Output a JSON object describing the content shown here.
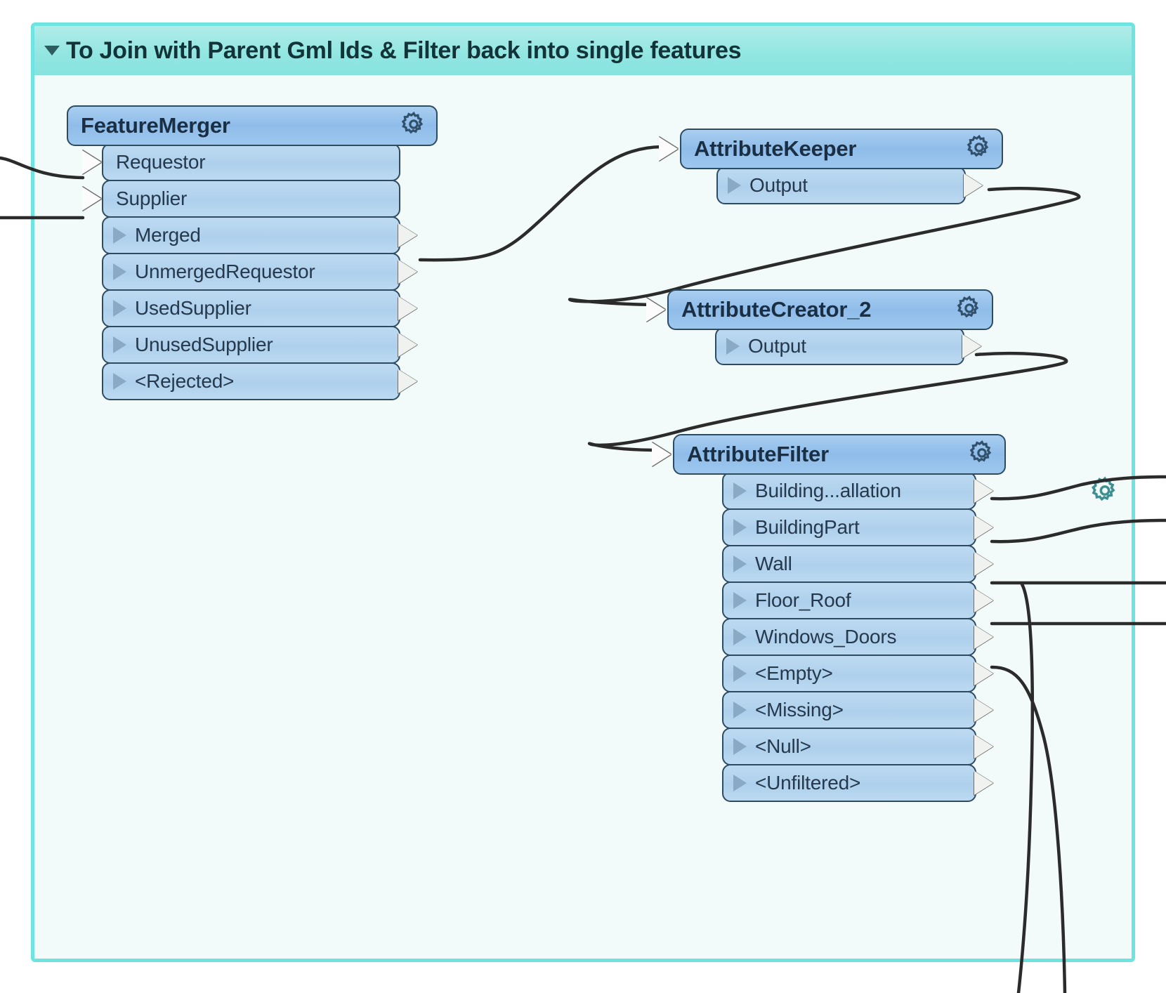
{
  "bookmark": {
    "title": "To Join with Parent Gml Ids & Filter back into single features",
    "collapse_icon": "triangle-down-icon",
    "gear_icon": "gear-icon",
    "frame_color": "#6fe3df",
    "header_color": "#93e6e2",
    "body_color": "#f2fbfa"
  },
  "theme": {
    "node_header_color": "#8fbce9",
    "port_color": "#aed0ec",
    "node_border_color": "#2d4b61",
    "link_color": "#333333",
    "text_color": "#1b2f44"
  },
  "nodes": [
    {
      "id": "featuremerger",
      "name": "FeatureMerger",
      "gear_icon": "gear-icon",
      "input_ports": [
        {
          "name": "Requestor"
        },
        {
          "name": "Supplier"
        }
      ],
      "output_ports": [
        {
          "name": "Merged"
        },
        {
          "name": "UnmergedRequestor"
        },
        {
          "name": "UsedSupplier"
        },
        {
          "name": "UnusedSupplier"
        },
        {
          "name": "<Rejected>"
        }
      ]
    },
    {
      "id": "attributekeeper",
      "name": "AttributeKeeper",
      "gear_icon": "gear-icon",
      "input_ports": [],
      "output_ports": [
        {
          "name": "Output"
        }
      ]
    },
    {
      "id": "attributecreator",
      "name": "AttributeCreator_2",
      "gear_icon": "gear-icon",
      "input_ports": [],
      "output_ports": [
        {
          "name": "Output"
        }
      ]
    },
    {
      "id": "attributefilter",
      "name": "AttributeFilter",
      "gear_icon": "gear-icon",
      "input_ports": [],
      "output_ports": [
        {
          "name": "Building...allation"
        },
        {
          "name": "BuildingPart"
        },
        {
          "name": "Wall"
        },
        {
          "name": "Floor_Roof"
        },
        {
          "name": "Windows_Doors"
        },
        {
          "name": "<Empty>"
        },
        {
          "name": "<Missing>"
        },
        {
          "name": "<Null>"
        },
        {
          "name": "<Unfiltered>"
        }
      ]
    }
  ]
}
